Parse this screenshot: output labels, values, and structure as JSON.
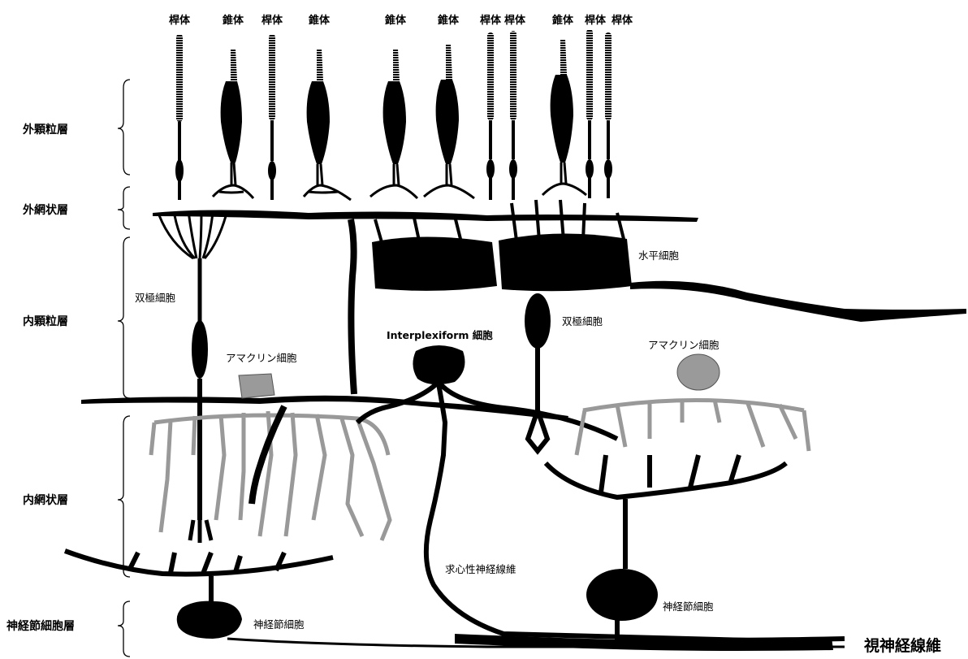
{
  "photoreceptors": {
    "r1": "桿体",
    "c1": "錐体",
    "r2": "桿体",
    "c2": "錐体",
    "c3": "錐体",
    "c4": "錐体",
    "r3": "桿体",
    "r4": "桿体",
    "c5": "錐体",
    "r5": "桿体",
    "r6": "桿体"
  },
  "layers": {
    "outer_nuclear": "外顆粒層",
    "outer_plexiform": "外網状層",
    "inner_nuclear": "内顆粒層",
    "inner_plexiform": "内網状層",
    "ganglion_cell": "神経節細胞層"
  },
  "cells": {
    "bipolar_left": "双極細胞",
    "amacrine_left": "アマクリン細胞",
    "interplexiform": "Interplexiform 細胞",
    "horizontal": "水平細胞",
    "bipolar_right": "双極細胞",
    "amacrine_right": "アマクリン細胞",
    "centripetal_fiber": "求心性神経線維",
    "ganglion_left": "神経節細胞",
    "ganglion_right": "神経節細胞",
    "optic_nerve": "視神経線維"
  }
}
